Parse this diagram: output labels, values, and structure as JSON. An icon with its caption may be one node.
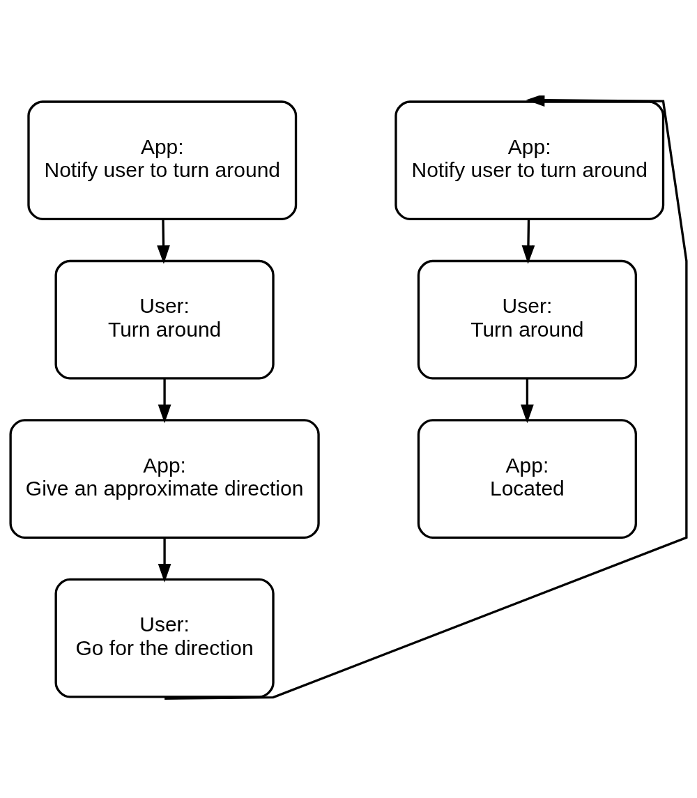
{
  "diagram": {
    "nodes": [
      {
        "text": [
          "App:",
          "Notify user to turn around"
        ]
      },
      {
        "text": [
          "User:",
          "Turn around"
        ]
      },
      {
        "text": [
          "App:",
          "Give an approximate direction"
        ]
      },
      {
        "text": [
          "User:",
          "Go for the direction"
        ]
      },
      {
        "text": [
          "App:",
          "Notify user to turn around"
        ]
      },
      {
        "text": [
          "User:",
          "Turn around"
        ]
      },
      {
        "text": [
          "App:",
          "Located"
        ]
      }
    ],
    "edges": [
      {
        "from": 0,
        "to": 1,
        "arrow": "to"
      },
      {
        "from": 1,
        "to": 2,
        "arrow": "to"
      },
      {
        "from": 2,
        "to": 3,
        "arrow": "to"
      },
      {
        "from": 3,
        "to": 4,
        "arrow": "to"
      },
      {
        "from": 4,
        "to": 5,
        "arrow": "to"
      },
      {
        "from": 5,
        "to": 6,
        "arrow": "to"
      }
    ]
  }
}
